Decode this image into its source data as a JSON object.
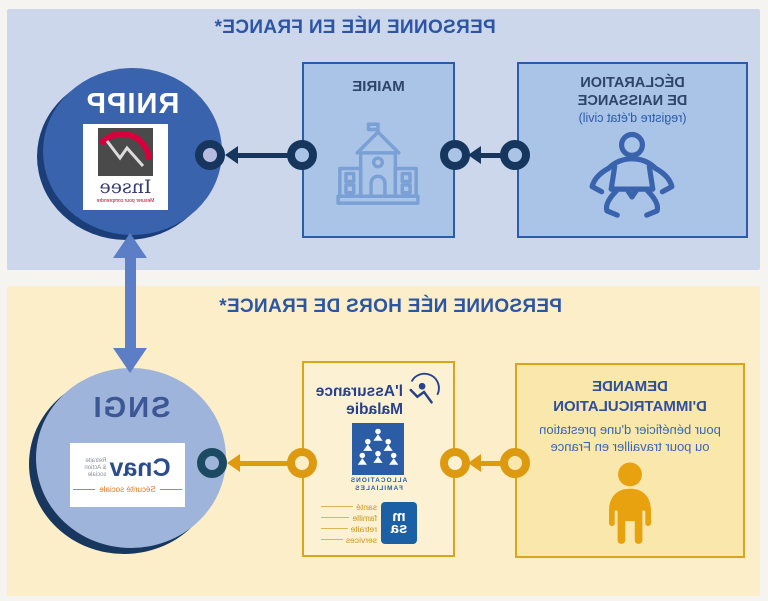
{
  "colors": {
    "navy": "#17365e",
    "registry_top_fill": "#3a63ae",
    "registry_bottom_fill": "#9fb4da",
    "top_section_bg": "#cdd7ec",
    "top_box_bg": "#a9c4e6",
    "bottom_section_bg": "#fbeec8",
    "bottom_box_bg": "#f9e7ab",
    "gold_border": "#d9a41e",
    "orange_arrow": "#e09a10",
    "vertical_arrow_blue": "#5b7ec7",
    "title_blue": "#2b55a5"
  },
  "top": {
    "title": "PERSONNE NÉE EN FRANCE*",
    "declaration": {
      "line1": "DÉCLARATION",
      "line2": "DE NAISSANCE",
      "subtitle": "(registre d'état civil)",
      "icon": "baby-icon"
    },
    "mairie": {
      "label": "MAIRIE",
      "icon": "town-hall-icon"
    },
    "registry": {
      "label": "RNIPP",
      "logo_name": "Insee",
      "logo_tagline": "Mesurer pour comprendre"
    }
  },
  "bottom": {
    "title": "PERSONNE NÉE HORS DE FRANCE*",
    "demande": {
      "line1": "DEMANDE",
      "line2": "D'IMMATRICULATION",
      "body1": "pour bénéficier d'une prestation",
      "body2": "ou pour travailler en France",
      "icon": "person-icon"
    },
    "organisms": {
      "assurance_maladie": {
        "line1": "l'Assurance",
        "line2": "Maladie"
      },
      "caf": {
        "line1": "ALLOCATIONS",
        "line2": "FAMILIALES"
      },
      "msa": {
        "label_top": "m",
        "label_bottom": "sa",
        "services": [
          "santé",
          "famille",
          "retraite",
          "services"
        ]
      }
    },
    "registry": {
      "label": "SNGI",
      "logo_name": "Cnav",
      "logo_side1": "Retraite",
      "logo_side2": "& Action",
      "logo_side3": "sociale",
      "logo_sub": "Sécurité sociale"
    }
  }
}
